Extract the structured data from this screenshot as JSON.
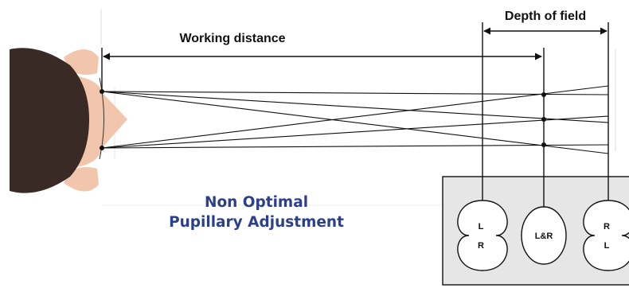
{
  "labels": {
    "working_distance": "Working distance",
    "depth_of_field": "Depth of field"
  },
  "caption": {
    "line1": "Non Optimal",
    "line2": "Pupillary Adjustment"
  },
  "image_panel": {
    "circles": [
      {
        "top": "L",
        "bottom": "R"
      },
      {
        "single": "L&R"
      },
      {
        "top": "R",
        "bottom": "L"
      }
    ]
  },
  "colors": {
    "caption": "#2b3f8c",
    "hair": "#3a2a25",
    "skin": "#f2c6ac",
    "panel_fill": "#e6e6e6",
    "line": "#111111"
  }
}
